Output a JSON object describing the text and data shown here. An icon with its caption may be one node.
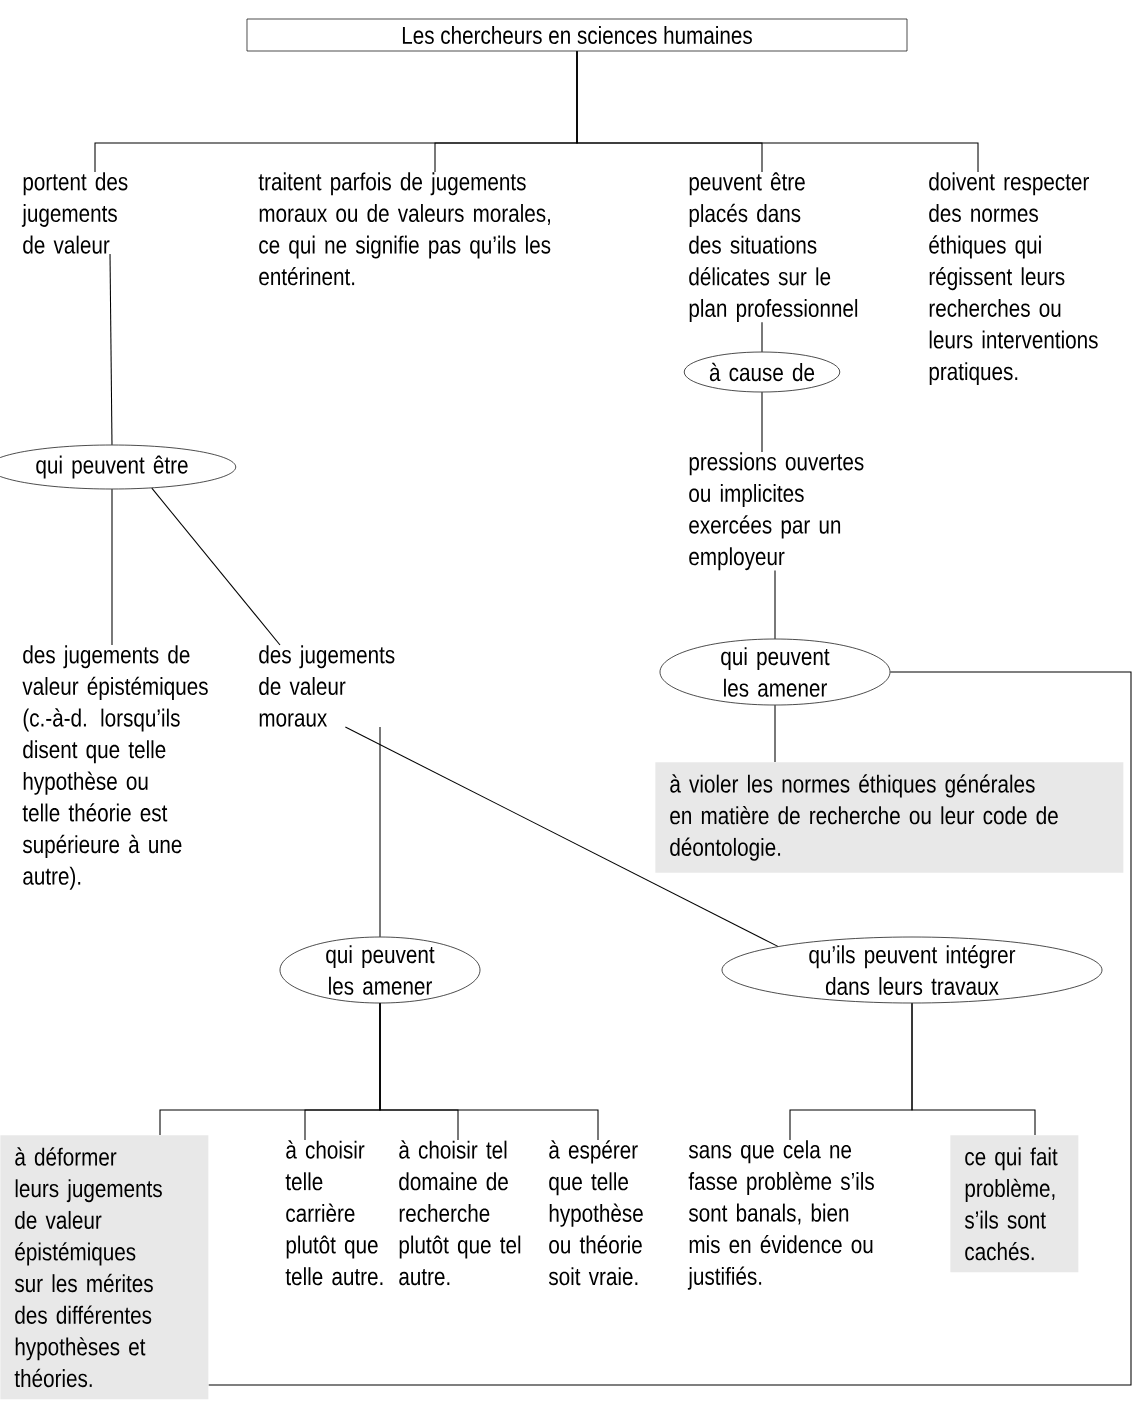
{
  "diagram": {
    "nodes": [
      {
        "text": [
          "Les chercheurs en sciences humaines"
        ]
      },
      {
        "text": [
          "portent des jugements de valeur"
        ]
      },
      {
        "text": [
          "traitent parfois de jugements moraux ou de valeurs morales, ce qui ne signifie pas qu’ils les entérinent."
        ]
      },
      {
        "text": [
          "peuvent être placés dans des situations délicates sur le plan professionnel"
        ]
      },
      {
        "text": [
          "doivent respecter des normes éthiques qui régissent leurs recherches ou leurs interventions pratiques."
        ]
      },
      {
        "text": [
          "qui peuvent être"
        ]
      },
      {
        "text": [
          "des jugements de valeur épistémiques (c.-à-d. lorsqu’ils disent que telle hypothèse ou telle théorie est supérieure à une autre)."
        ]
      },
      {
        "text": [
          "des jugements de valeur moraux"
        ]
      },
      {
        "text": [
          "à cause de"
        ]
      },
      {
        "text": [
          "pressions ouvertes ou implicites exercées par un employeur"
        ]
      },
      {
        "text": [
          "qui peuvent les amener"
        ]
      },
      {
        "text": [
          "à violer les normes éthiques générales en matière de recherche ou leur code de déontologie."
        ]
      },
      {
        "text": [
          "qui peuvent les amener"
        ]
      },
      {
        "text": [
          "qu’ils peuvent intégrer dans leurs travaux"
        ]
      },
      {
        "text": [
          "à déformer leurs jugements de valeur épistémiques sur les mérites des différentes hypothèses et théories."
        ]
      },
      {
        "text": [
          "à choisir telle carrière plutôt que telle autre."
        ]
      },
      {
        "text": [
          "à choisir tel domaine de recherche plutôt que tel autre."
        ]
      },
      {
        "text": [
          "à espérer que telle hypothèse ou théorie soit vraie."
        ]
      },
      {
        "text": [
          "sans que cela ne fasse problème s’ils sont banals, bien mis en évidence ou justifiés."
        ]
      },
      {
        "text": [
          "ce qui fait problème, s’ils sont cachés."
        ]
      }
    ],
    "edges": [
      {
        "from": 0,
        "to": 1,
        "arrow": "none"
      },
      {
        "from": 0,
        "to": 2,
        "arrow": "none"
      },
      {
        "from": 0,
        "to": 3,
        "arrow": "none"
      },
      {
        "from": 0,
        "to": 4,
        "arrow": "none"
      },
      {
        "from": 1,
        "to": 5,
        "arrow": "none"
      },
      {
        "from": 5,
        "to": 6,
        "arrow": "none"
      },
      {
        "from": 5,
        "to": 7,
        "arrow": "none"
      },
      {
        "from": 3,
        "to": 8,
        "arrow": "none"
      },
      {
        "from": 8,
        "to": 9,
        "arrow": "none"
      },
      {
        "from": 9,
        "to": 10,
        "arrow": "none"
      },
      {
        "from": 10,
        "to": 11,
        "arrow": "none"
      },
      {
        "from": 10,
        "to": 14,
        "arrow": "none"
      },
      {
        "from": 7,
        "to": 12,
        "arrow": "none"
      },
      {
        "from": 7,
        "to": 13,
        "arrow": "none"
      },
      {
        "from": 12,
        "to": 14,
        "arrow": "none"
      },
      {
        "from": 12,
        "to": 15,
        "arrow": "none"
      },
      {
        "from": 12,
        "to": 16,
        "arrow": "none"
      },
      {
        "from": 12,
        "to": 17,
        "arrow": "none"
      },
      {
        "from": 13,
        "to": 18,
        "arrow": "none"
      },
      {
        "from": 13,
        "to": 19,
        "arrow": "none"
      }
    ]
  }
}
